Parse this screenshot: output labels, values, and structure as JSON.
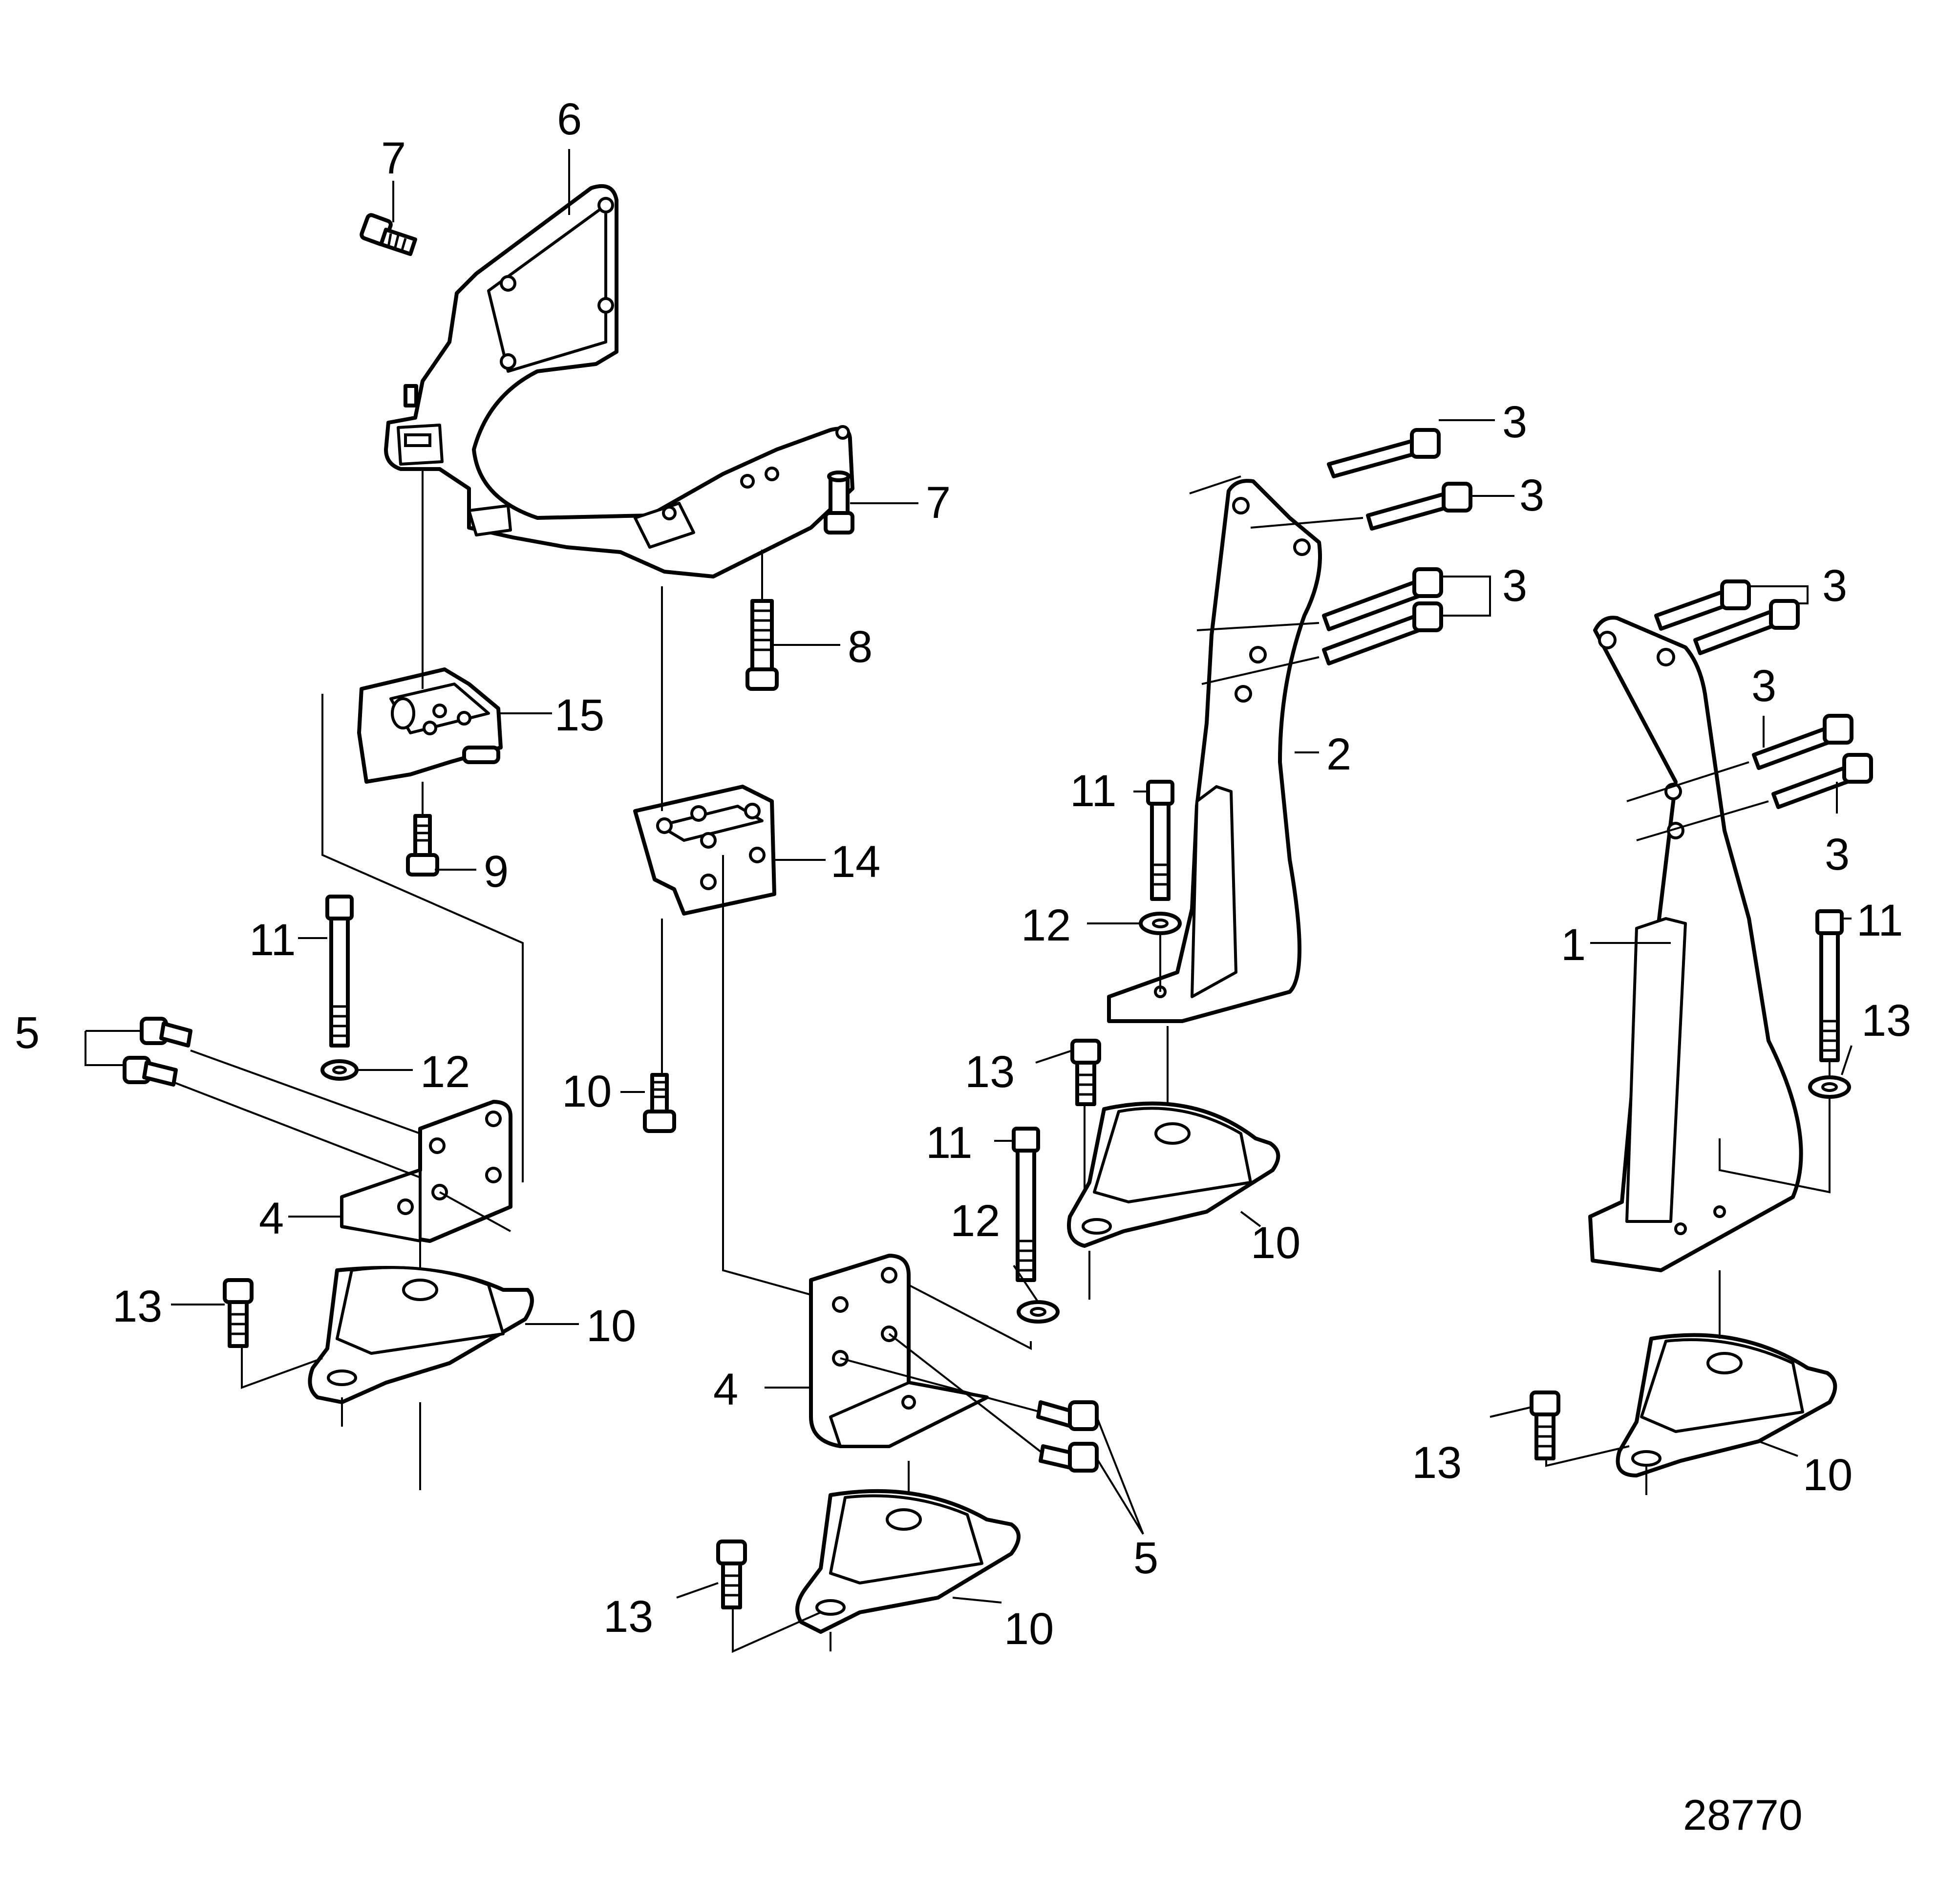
{
  "figure_number": "28770",
  "callouts": [
    {
      "id": "c1",
      "text": "1"
    },
    {
      "id": "c2",
      "text": "2"
    },
    {
      "id": "c3a",
      "text": "3"
    },
    {
      "id": "c3b",
      "text": "3"
    },
    {
      "id": "c3c",
      "text": "3"
    },
    {
      "id": "c3d",
      "text": "3"
    },
    {
      "id": "c3e",
      "text": "3"
    },
    {
      "id": "c3f",
      "text": "3"
    },
    {
      "id": "c4a",
      "text": "4"
    },
    {
      "id": "c4b",
      "text": "4"
    },
    {
      "id": "c5a",
      "text": "5"
    },
    {
      "id": "c5b",
      "text": "5"
    },
    {
      "id": "c6",
      "text": "6"
    },
    {
      "id": "c7a",
      "text": "7"
    },
    {
      "id": "c7b",
      "text": "7"
    },
    {
      "id": "c8",
      "text": "8"
    },
    {
      "id": "c9",
      "text": "9"
    },
    {
      "id": "c10a",
      "text": "10"
    },
    {
      "id": "c10b",
      "text": "10"
    },
    {
      "id": "c10c",
      "text": "10"
    },
    {
      "id": "c10d",
      "text": "10"
    },
    {
      "id": "c10e",
      "text": "10"
    },
    {
      "id": "c11a",
      "text": "11"
    },
    {
      "id": "c11b",
      "text": "11"
    },
    {
      "id": "c11c",
      "text": "11"
    },
    {
      "id": "c11d",
      "text": "11"
    },
    {
      "id": "c12a",
      "text": "12"
    },
    {
      "id": "c12b",
      "text": "12"
    },
    {
      "id": "c12c",
      "text": "12"
    },
    {
      "id": "c13a",
      "text": "13"
    },
    {
      "id": "c13b",
      "text": "13"
    },
    {
      "id": "c13c",
      "text": "13"
    },
    {
      "id": "c13d",
      "text": "13"
    },
    {
      "id": "c13e",
      "text": "13"
    },
    {
      "id": "c14",
      "text": "14"
    },
    {
      "id": "c15",
      "text": "15"
    }
  ]
}
